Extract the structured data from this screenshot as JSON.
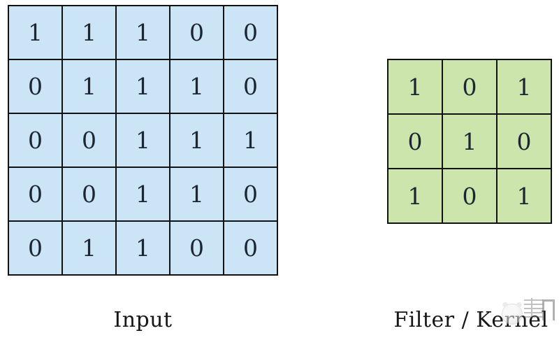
{
  "diagram": {
    "input": {
      "label": "Input",
      "rows": [
        [
          1,
          1,
          1,
          0,
          0
        ],
        [
          0,
          1,
          1,
          1,
          0
        ],
        [
          0,
          0,
          1,
          1,
          1
        ],
        [
          0,
          0,
          1,
          1,
          0
        ],
        [
          0,
          1,
          1,
          0,
          0
        ]
      ]
    },
    "filter": {
      "label": "Filter / Kernel",
      "rows": [
        [
          1,
          0,
          1
        ],
        [
          0,
          1,
          0
        ],
        [
          1,
          0,
          1
        ]
      ]
    }
  },
  "colors": {
    "input_cell": "#cbe5f6",
    "filter_cell": "#cbe5ac",
    "grid_line": "#121212",
    "digit_text": "#1c2531",
    "label_text": "#161616",
    "background": "#ffffff"
  }
}
